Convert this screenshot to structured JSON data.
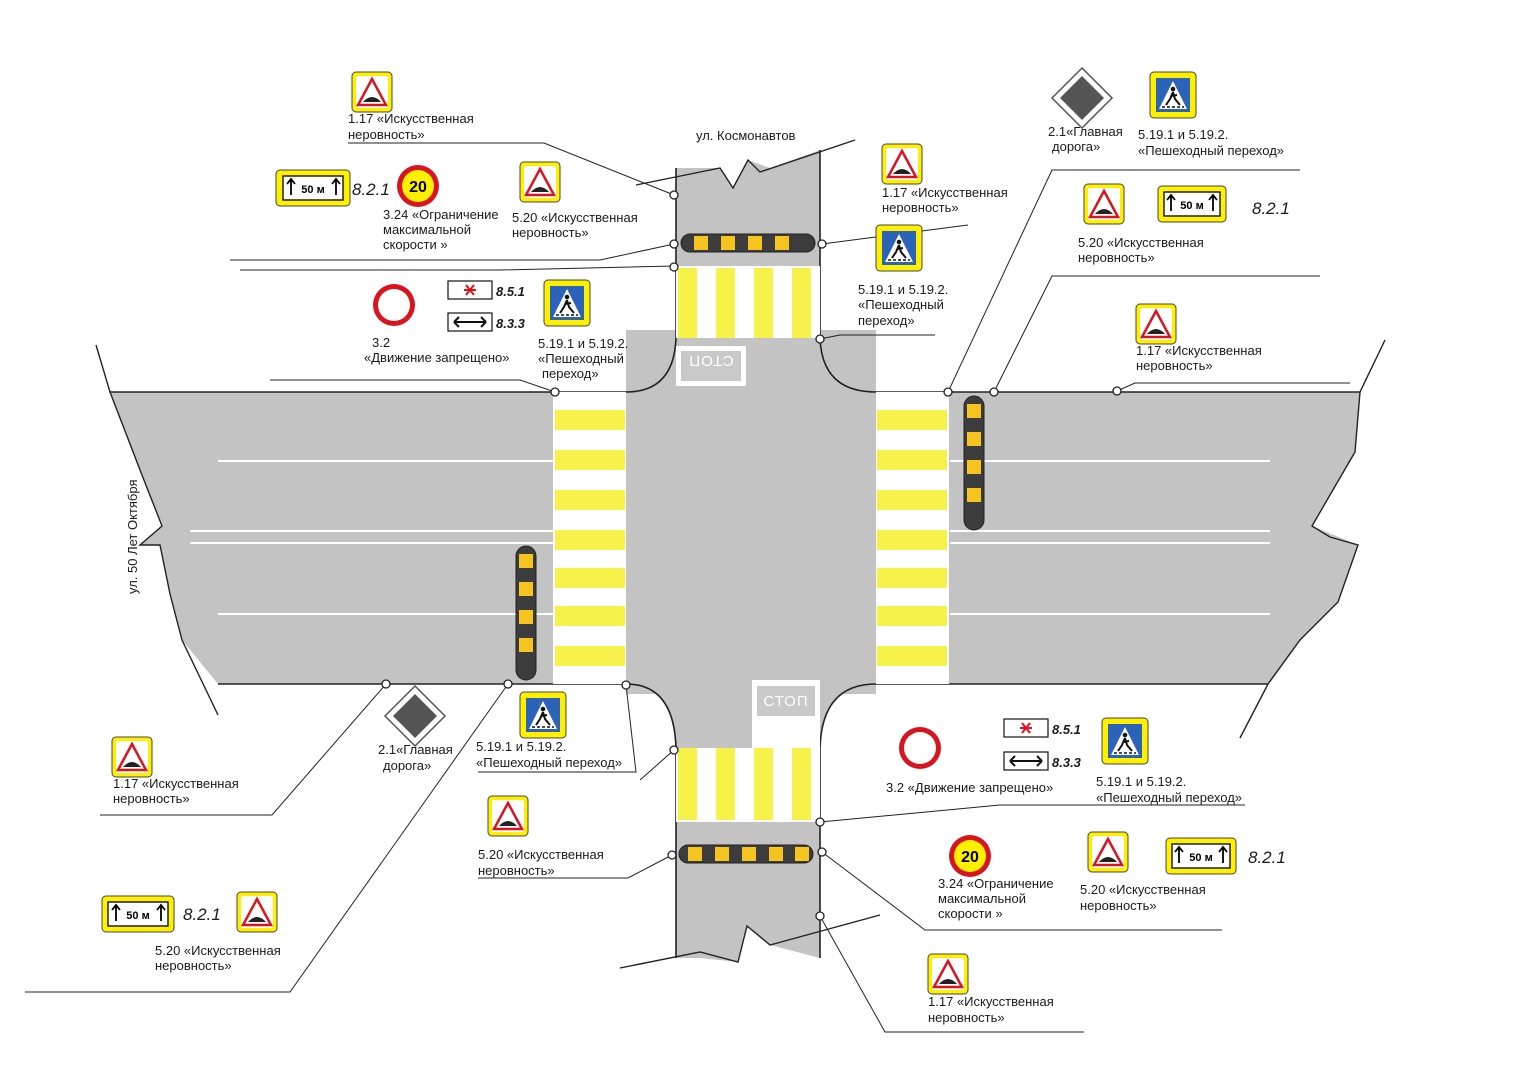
{
  "streets": {
    "north": "ул. Космонавтов",
    "west": "ул. 50 Лет Октября"
  },
  "stop_text": "СТОП",
  "plate_text": "50 м",
  "speed_value": "20",
  "colors": {
    "road": "#c3c3c3",
    "crosswalk_yellow": "#f7f24a",
    "bump_dark": "#3c3c3c",
    "sign_yellow": "#fff000",
    "sign_red": "#d9141e"
  },
  "labels": {
    "nw_bump_117_a": "1.17 «Искусственная",
    "nw_bump_117_b": "неровность»",
    "n_speed_324_a": "3.24 «Ограничение",
    "n_speed_324_b": "максимальной",
    "n_speed_324_c": "скорости »",
    "n_bump_520_a": "5.20 «Искусственная",
    "n_bump_520_b": "неровность»",
    "n_code_821": "8.2.1",
    "n_noentry_32_a": "3.2",
    "n_noentry_32_b": "«Движение запрещено»",
    "n_code_851": "8.5.1",
    "n_code_833": "8.3.3",
    "n_ped_519_a": "5.19.1 и 5.19.2.",
    "n_ped_519_b": "«Пешеходный",
    "n_ped_519_c": "переход»",
    "ne_bump_117_a": "1.17 «Искусственная",
    "ne_bump_117_b": "неровность»",
    "ne_ped_519_a": "5.19.1 и 5.19.2.",
    "ne_ped_519_b": "«Пешеходный",
    "ne_ped_519_c": "переход»",
    "ne_main_21_a": "2.1«Главная",
    "ne_main_21_b": "дорога»",
    "ne_ped2_519_a": "5.19.1 и 5.19.2.",
    "ne_ped2_519_b": "«Пешеходный переход»",
    "ne_bump_520_a": "5.20 «Искусственная",
    "ne_bump_520_b": "неровность»",
    "ne_code_821": "8.2.1",
    "e_bump_117_a": "1.17 «Искусственная",
    "e_bump_117_b": "неровность»",
    "sw_bump_117_a": "1.17 «Искусственная",
    "sw_bump_117_b": "неровность»",
    "sw_main_21_a": "2.1«Главная",
    "sw_main_21_b": "дорога»",
    "sw_ped_519_a": "5.19.1 и 5.19.2.",
    "sw_ped_519_b": "«Пешеходный переход»",
    "s_bump_520_a": "5.20 «Искусственная",
    "s_bump_520_b": "неровность»",
    "sw_code_821": "8.2.1",
    "sw_bump2_520_a": "5.20 «Искусственная",
    "sw_bump2_520_b": "неровность»",
    "se_noentry_32": "3.2 «Движение запрещено»",
    "se_code_851": "8.5.1",
    "se_code_833": "8.3.3",
    "se_ped_519_a": "5.19.1 и 5.19.2.",
    "se_ped_519_b": "«Пешеходный переход»",
    "se_speed_324_a": "3.24 «Ограничение",
    "se_speed_324_b": "максимальной",
    "se_speed_324_c": "скорости »",
    "se_bump_520_a": "5.20 «Искусственная",
    "se_bump_520_b": "неровность»",
    "se_code_821": "8.2.1",
    "s_bump_117_a": "1.17 «Искусственная",
    "s_bump_117_b": "неровность»"
  }
}
